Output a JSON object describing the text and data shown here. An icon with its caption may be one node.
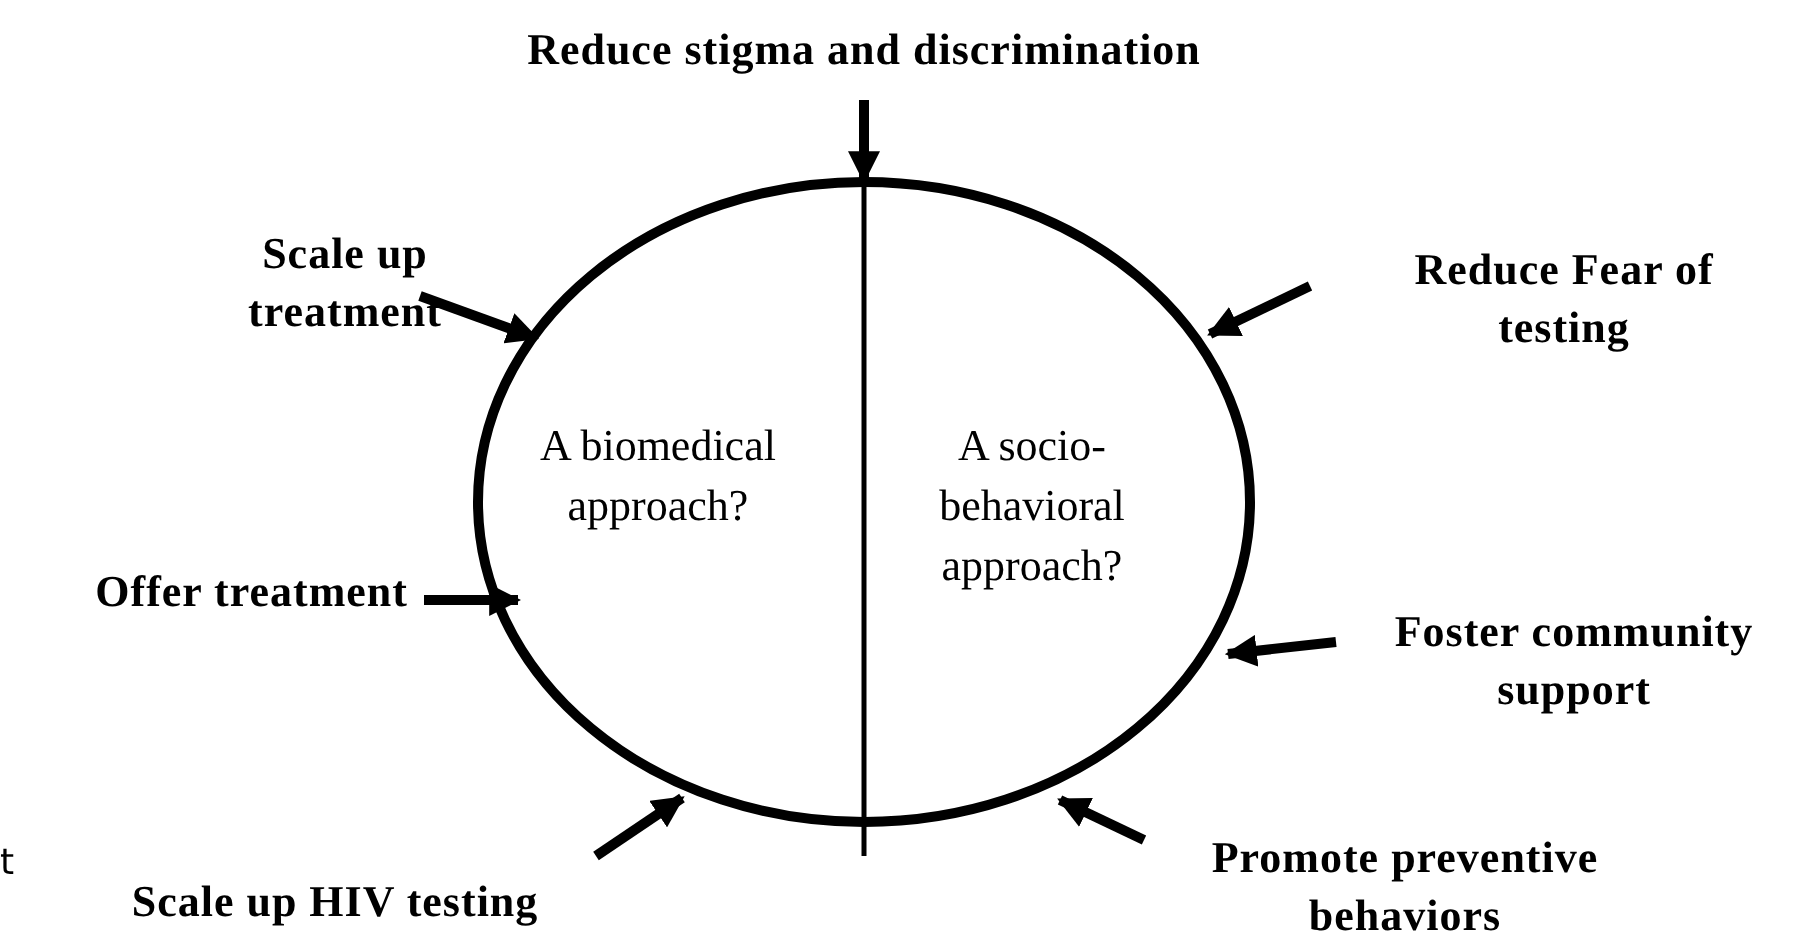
{
  "diagram": {
    "nodes": [
      {
        "text": [
          "A biomedical approach?",
          "A socio-behavioral approach?"
        ]
      },
      {
        "text": [
          "Reduce stigma and discrimination"
        ]
      },
      {
        "text": [
          "Scale up treatment"
        ]
      },
      {
        "text": [
          "Reduce Fear of testing"
        ]
      },
      {
        "text": [
          "Offer treatment"
        ]
      },
      {
        "text": [
          "Foster community support"
        ]
      },
      {
        "text": [
          "Scale up HIV testing"
        ]
      },
      {
        "text": [
          "Promote preventive behaviors"
        ]
      }
    ],
    "edges": [
      {
        "from": 1,
        "to": 0,
        "arrow": "to"
      },
      {
        "from": 2,
        "to": 0,
        "arrow": "to"
      },
      {
        "from": 3,
        "to": 0,
        "arrow": "to"
      },
      {
        "from": 4,
        "to": 0,
        "arrow": "to"
      },
      {
        "from": 5,
        "to": 0,
        "arrow": "to"
      },
      {
        "from": 6,
        "to": 0,
        "arrow": "to"
      },
      {
        "from": 7,
        "to": 0,
        "arrow": "to"
      }
    ],
    "labels": [
      "t"
    ]
  }
}
